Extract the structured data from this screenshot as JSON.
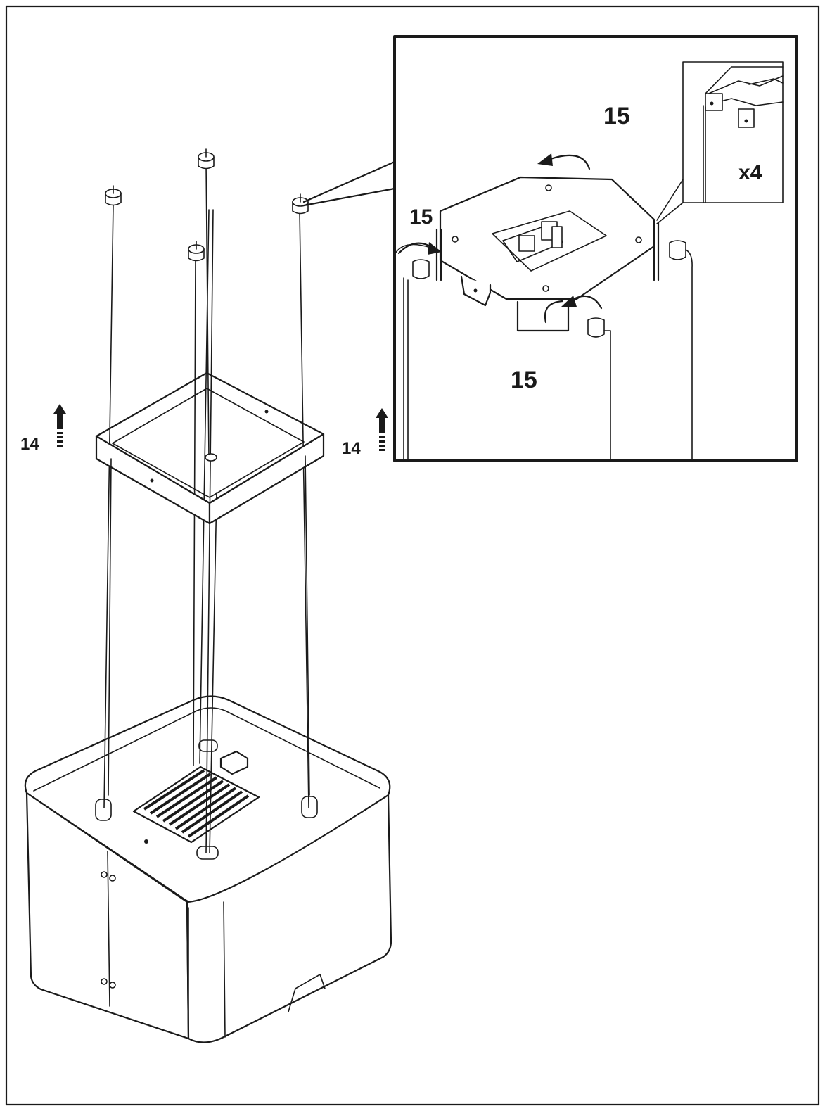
{
  "labels": {
    "step_14_left": "14",
    "step_14_right": "14",
    "step_15_top": "15",
    "step_15_left": "15",
    "step_15_bottom": "15",
    "quantity": "x4"
  },
  "colors": {
    "line": "#1a1a1a",
    "background": "#ffffff"
  },
  "icons": {
    "lift_arrow": "up-arrow-icon",
    "rotate_arrow": "curved-arrow-icon"
  }
}
